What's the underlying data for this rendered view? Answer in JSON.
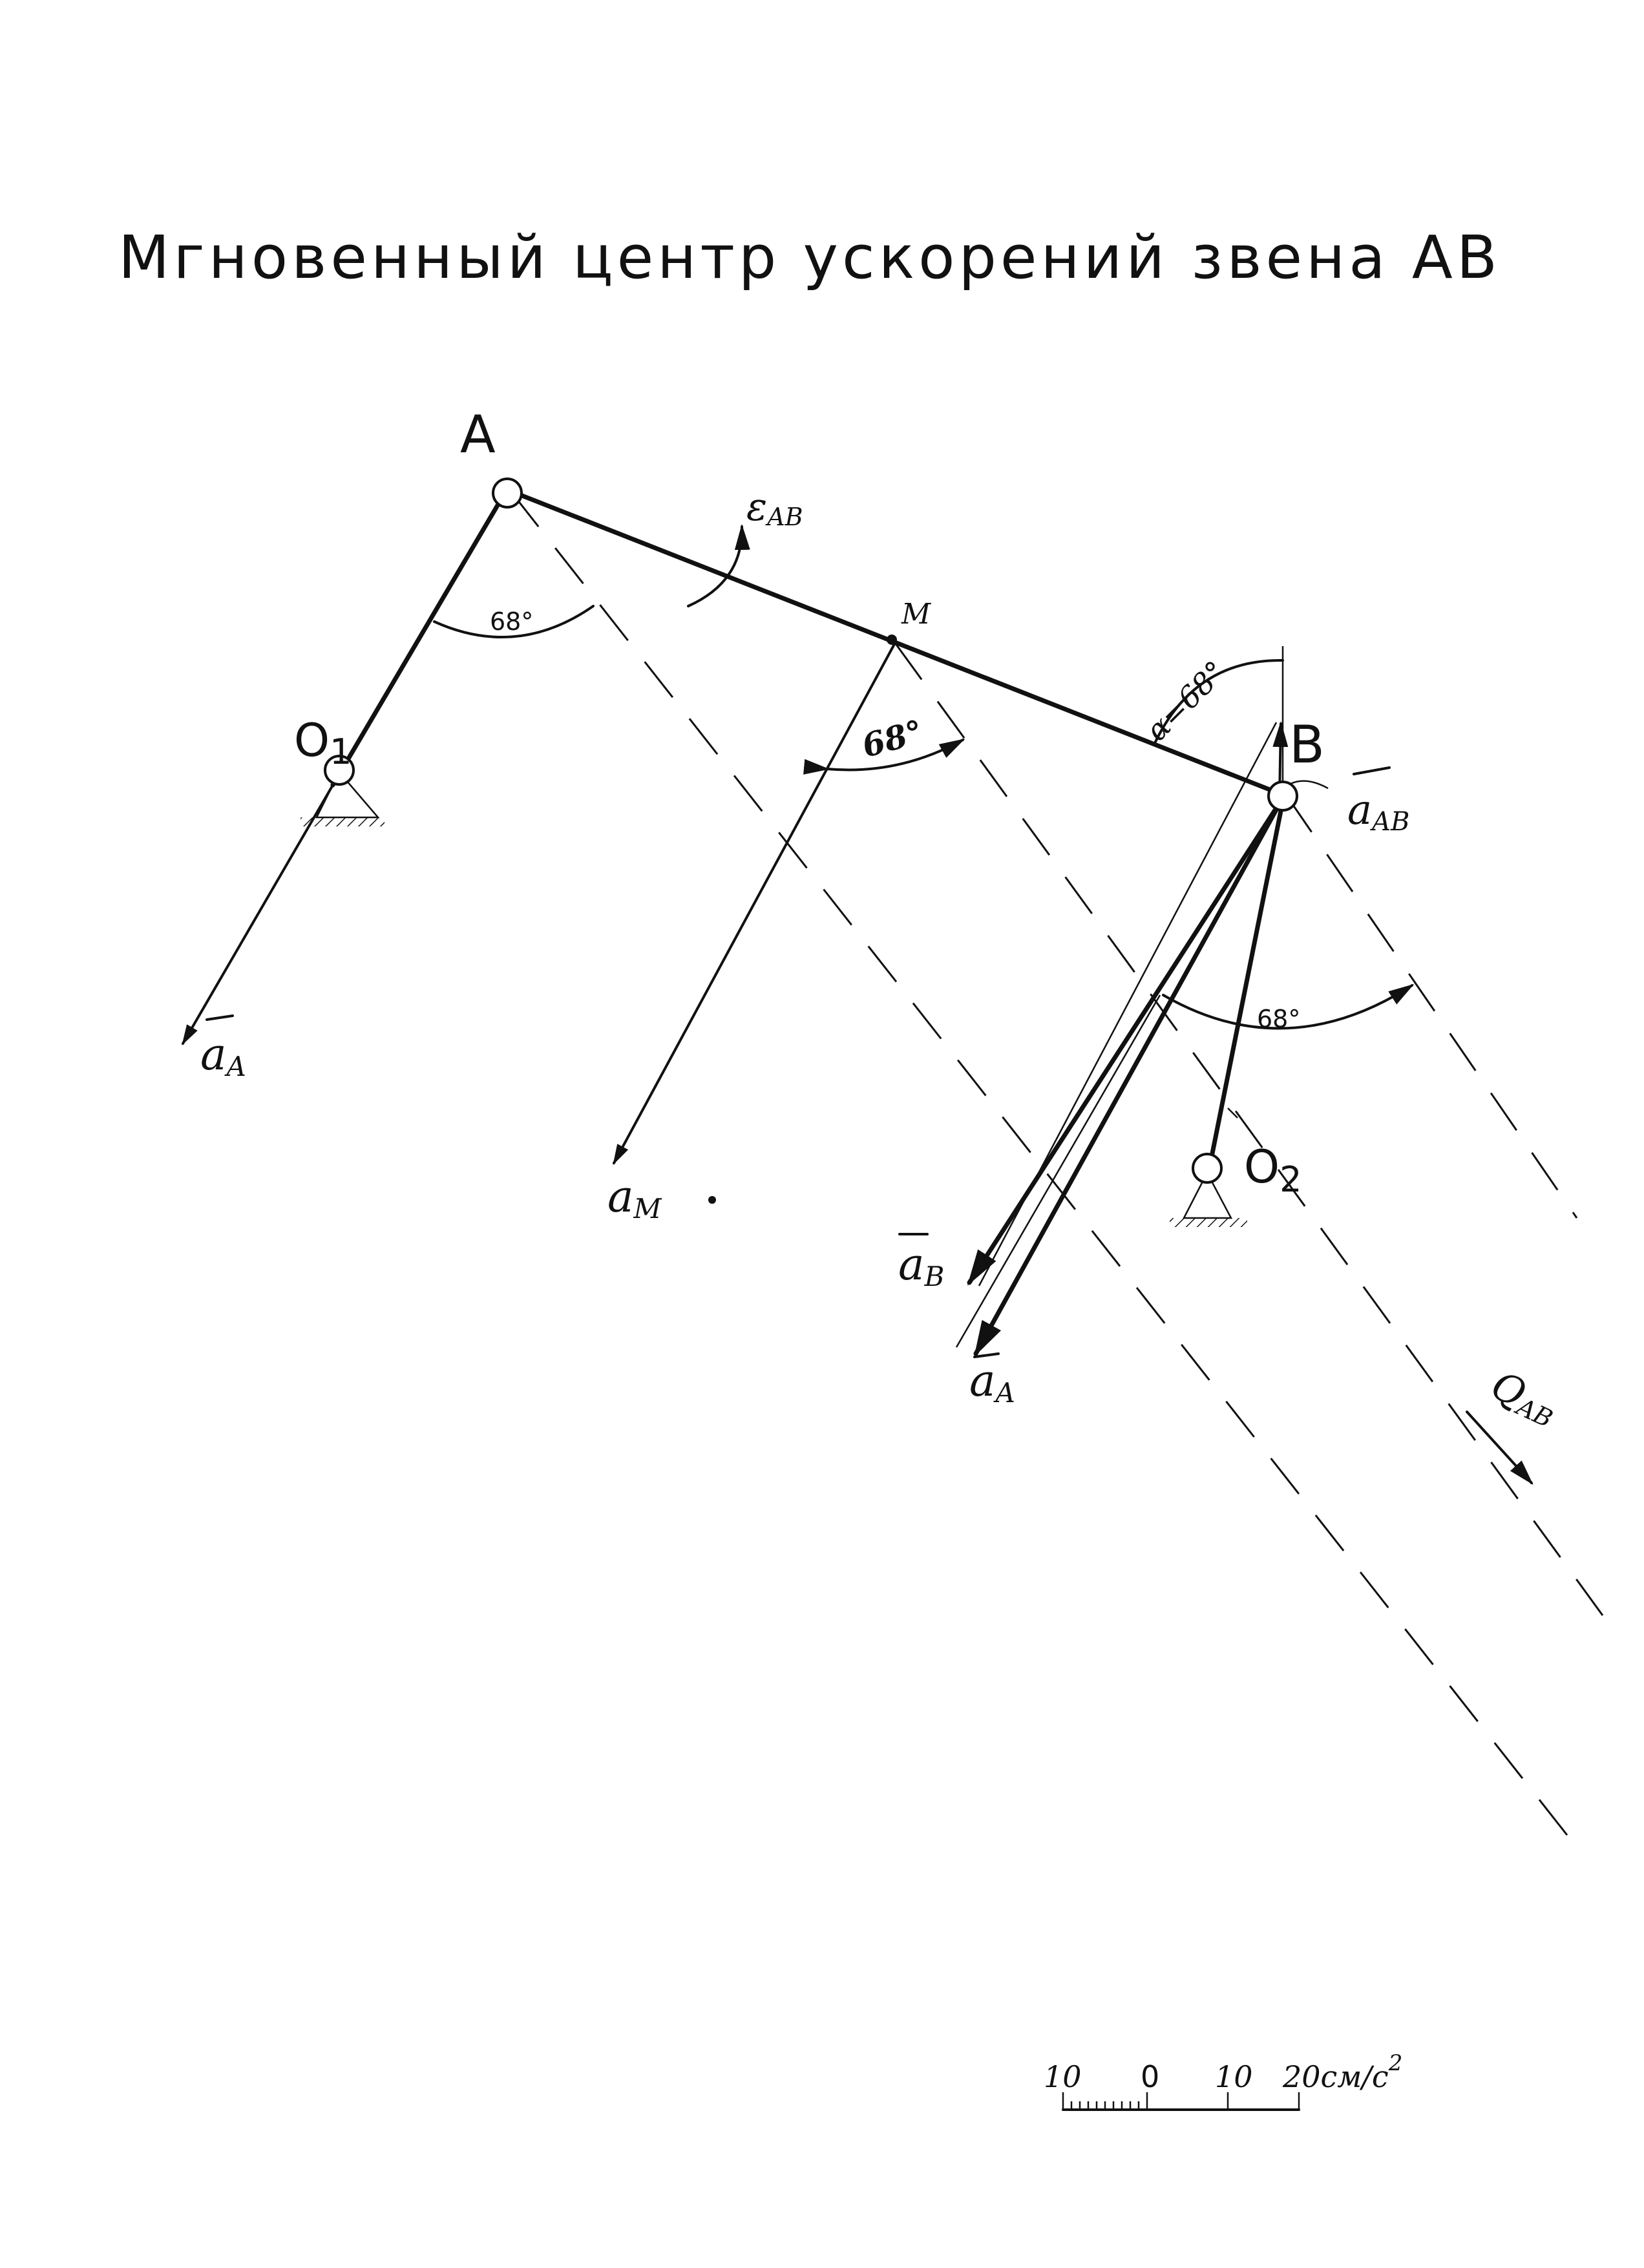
{
  "title": "Мгновенный центр ускорений звена AB",
  "points": {
    "A": "A",
    "B": "B",
    "O1": "O",
    "O1_sub": "1",
    "O2": "O",
    "O2_sub": "2",
    "M": "M"
  },
  "vectors": {
    "aA_left": "a",
    "aA_left_sub": "A",
    "aM": "a",
    "aM_sub": "M",
    "aB": "a",
    "aB_sub": "B",
    "aA_right": "a",
    "aA_right_sub": "A",
    "aAB": "a",
    "aAB_sub": "AB"
  },
  "angles": {
    "at_A": "68°",
    "at_M": "68°",
    "alpha": "α=68°",
    "at_B": "68°"
  },
  "epsilon": {
    "symbol": "ε",
    "sub": "AB"
  },
  "center": {
    "symbol": "Q",
    "sub": "AB"
  },
  "scale": {
    "t1": "10",
    "t2": "0",
    "t3": "10",
    "t4": "20см/с",
    "sup": "2"
  }
}
